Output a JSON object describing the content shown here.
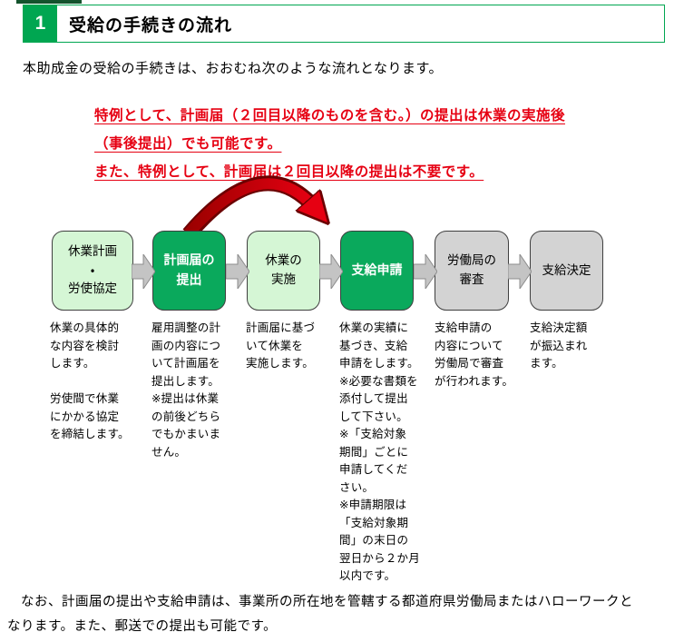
{
  "colors": {
    "accent_green": "#00a651",
    "box_green": "#0aa95c",
    "box_light_green": "#d5f6d5",
    "box_gray": "#d3d3d3",
    "arrow_gray": "#c4c4c4",
    "notice_red": "#e60012"
  },
  "header": {
    "number": "1",
    "title": "受給の手続きの流れ"
  },
  "intro": "本助成金の受給の手続きは、おおむね次のような流れとなります。",
  "notice": "特例として、計画届（２回目以降のものを含む。）の提出は休業の実施後\n（事後提出）でも可能です。\nまた、特例として、計画届は２回目以降の提出は不要です。",
  "flow": {
    "steps": [
      {
        "label": "休業計画\n・\n労使協定",
        "variant": "light",
        "desc": "休業の具体的\nな内容を検討\nします。\n\n労使間で休業\nにかかる協定\nを締結します。"
      },
      {
        "label": "計画届の\n提出",
        "variant": "green",
        "desc": "雇用調整の計\n画の内容につ\nいて計画届を\n提出します。\n※提出は休業\nの前後どちら\nでもかまいま\nせん。"
      },
      {
        "label": "休業の\n実施",
        "variant": "light",
        "desc": "計画届に基づ\nいて休業を\n実施します。"
      },
      {
        "label": "支給申請",
        "variant": "green",
        "desc": "休業の実績に\n基づき、支給\n申請をします。\n※必要な書類を\n添付して提出\nして下さい。\n※「支給対象\n期間」ごとに\n申請してくだ\nさい。\n※申請期限は\n「支給対象期\n間」の末日の\n翌日から２か月\n以内です。"
      },
      {
        "label": "労働局の\n審査",
        "variant": "gray",
        "desc": "支給申請の\n内容について\n労働局で審査\nが行われます。"
      },
      {
        "label": "支給決定",
        "variant": "gray",
        "desc": "支給決定額\nが振込まれ\nます。"
      }
    ]
  },
  "footer": "　なお、計画届の提出や支給申請は、事業所の所在地を管轄する都道府県労働局またはハローワークと\nなります。また、郵送での提出も可能です。"
}
